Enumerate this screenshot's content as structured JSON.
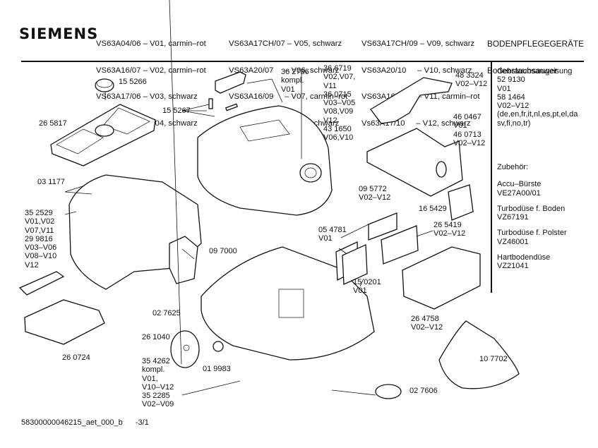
{
  "header": {
    "brand": "SIEMENS",
    "models_col1": [
      "VS63A04/06 – V01, carmin–rot",
      "VS63A16/07 – V02, carmin–rot",
      "VS63A17/06 – V03, schwarz",
      "VS63A17/07 – V04, schwarz"
    ],
    "models_col2": [
      "VS63A17CH/07 – V05, schwarz",
      "VS63A20/07     – V06, schwarz",
      "VS63A16/09     – V07, carmin–rot",
      "VS63A17/09     – V08, schwarz"
    ],
    "models_col3": [
      "VS63A17CH/09 – V09, schwarz",
      "VS63A20/10     – V10, schwarz",
      "VS63A16/10     – V11, carmin–rot",
      "Vs63A17/10     – V12, schwarz"
    ],
    "category": "BODENPFLEGEGERÄTE",
    "subcategory": "Bodenstaubsauger"
  },
  "sidebar": {
    "manual": [
      "Gebrauchsanweisung",
      "52 9130",
      "V01",
      "58 1464",
      "V02–V12",
      "(de,en,fr,it,nl,es,pt,el,da",
      "sv,fi,no,tr)"
    ],
    "accessories_title": "Zubehör:",
    "accessories": [
      {
        "name": "Accu–Bürste",
        "code": "VE27A00/01"
      },
      {
        "name": "Turbodüse f. Boden",
        "code": "VZ67191"
      },
      {
        "name": "Turbodüse f. Polster",
        "code": "VZ46001"
      },
      {
        "name": "Hartbodendüse",
        "code": "VZ21041"
      }
    ]
  },
  "parts": {
    "p155266": "15 5266",
    "p265817": "26 5817",
    "p155267": "15 5267",
    "p362736": "36 2736\nkompl.\nV01",
    "p366719": "36 6719\nV02,V07,\nV11\n36 0715\nV03–V05\nV08,V09\nV12\n43 1650\nV06,V10",
    "p483324": "48 3324\nV02–V12",
    "p460467": "46 0467\nV01\n46 0713\nV02–V12",
    "p031177": "03 1177",
    "p352529": "35 2529\nV01,V02\nV07,V11\n29 9816\nV03–V06\nV08–V10\nV12",
    "p095772": "09 5772\nV02–V12",
    "p165429": "16 5429",
    "p054781": "05 4781\nV01",
    "p265419": "26 5419\nV02–V12",
    "p150201": "15 0201\nV01",
    "p097000": "09 7000",
    "p027625": "02 7625",
    "p261040": "26 1040",
    "p260724": "26 0724",
    "p354262": "35 4262\nkompl.\nV01,\nV10–V12\n35 2285\nV02–V09",
    "p019983": "01 9983",
    "p264758": "26 4758\nV02–V12",
    "p107702": "10 7702",
    "p027606": "02 7606"
  },
  "footer": {
    "doc_id": "58300000046215_aet_000_b",
    "page": "-3/1"
  }
}
